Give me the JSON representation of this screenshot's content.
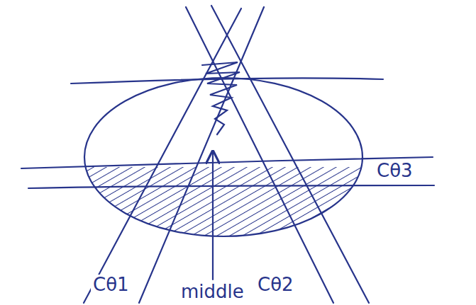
{
  "diagram": {
    "labels": [
      "Cθ3",
      "Cθ1",
      "middle",
      "Cθ2"
    ]
  }
}
